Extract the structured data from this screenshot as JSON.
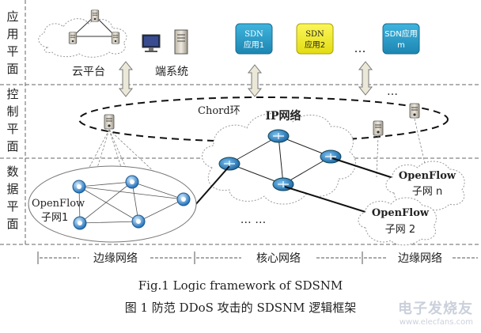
{
  "layers": {
    "application": "应用平面",
    "control": "控制平面",
    "data": "数据平面"
  },
  "application_plane": {
    "cloud_label": "云平台",
    "end_system_label": "端系统",
    "sdn_apps": [
      "SDN应用1",
      "SDN应用2",
      "SDN应用m"
    ],
    "ellipsis": "…"
  },
  "control_plane": {
    "chord_label": "Chord环",
    "ellipsis": "…"
  },
  "core_network": {
    "title": "IP网络",
    "ellipsis": "… …"
  },
  "openflow_subnets": {
    "subnet1": "OpenFlow子网1",
    "subnet_n": "OpenFlow子网 n",
    "subnet_2": "OpenFlow子网 2"
  },
  "bottom_scale": {
    "left": "边缘网络",
    "center": "核心网络",
    "right": "边缘网络"
  },
  "caption": {
    "en": "Fig.1    Logic framework of SDSNM",
    "cn": "图 1    防范 DDoS 攻击的 SDSNM 逻辑框架"
  },
  "watermark": {
    "main": "电子发烧友",
    "sub": "www.elecfans.com"
  },
  "colors": {
    "sdn_app_1": "#2a9fc8",
    "sdn_app_2": "#f2ee1a",
    "sdn_app_m": "#2a9fc8",
    "router": "#2a7fc0"
  }
}
